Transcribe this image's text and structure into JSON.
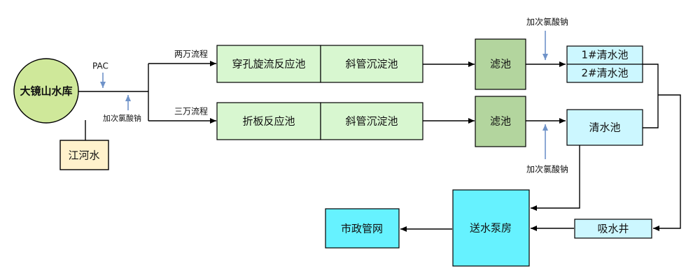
{
  "nodes": {
    "reservoir": "大镜山水库",
    "jiang_he": "江河水",
    "tank_a1": "穿孔旋流反应池",
    "tank_a2": "斜管沉淀池",
    "tank_b1": "折板反应池",
    "tank_b2": "斜管沉淀池",
    "filter_a": "滤池",
    "filter_b": "滤池",
    "clear_1": "1#清水池",
    "clear_2": "2#清水池",
    "clear_3": "清水池",
    "suction_well": "吸水井",
    "pump_house": "送水泵房",
    "municipal": "市政管网"
  },
  "labels": {
    "pac": "PAC",
    "chlorine_inlet": "加次氯酸钠",
    "chlorine_top": "加次氯酸钠",
    "chlorine_bottom": "加次氯酸钠",
    "line_a": "两万流程",
    "line_b": "三万流程"
  },
  "colors": {
    "reservoir_fill": "#cfe89a",
    "jiang_he_fill": "#fff2cc",
    "process_fill": "#d8f7d0",
    "filter_fill": "#b3d59e",
    "clear_fill": "#ccf7ff",
    "pump_fill": "#66f2ff",
    "indicator_arrow": "#6f93c9"
  }
}
